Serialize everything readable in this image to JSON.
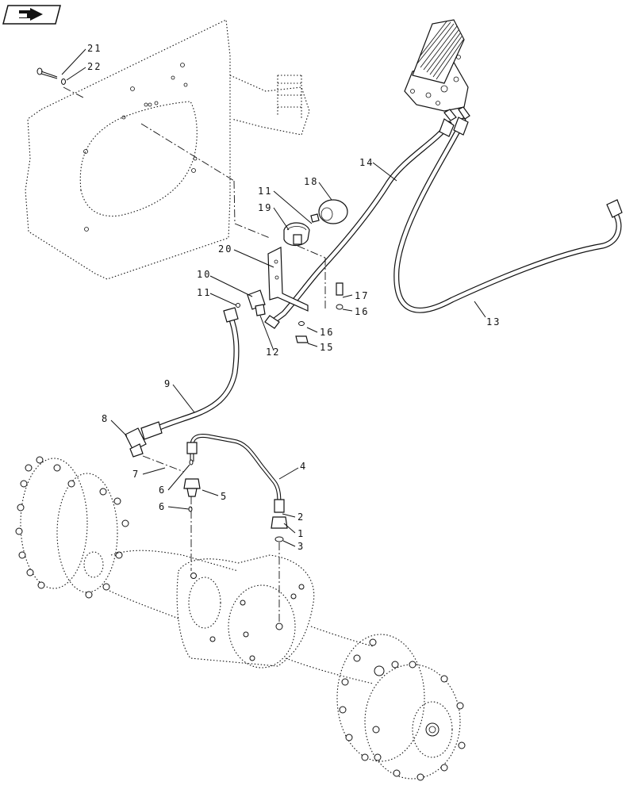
{
  "nav": {
    "icon": "arrow-icon",
    "icon_color": "#111111"
  },
  "callouts": [
    {
      "id": "c1",
      "text": "1"
    },
    {
      "id": "c2",
      "text": "2"
    },
    {
      "id": "c3",
      "text": "3"
    },
    {
      "id": "c4",
      "text": "4"
    },
    {
      "id": "c5",
      "text": "5"
    },
    {
      "id": "c6a",
      "text": "6"
    },
    {
      "id": "c6b",
      "text": "6"
    },
    {
      "id": "c7",
      "text": "7"
    },
    {
      "id": "c8",
      "text": "8"
    },
    {
      "id": "c9",
      "text": "9"
    },
    {
      "id": "c10",
      "text": "10"
    },
    {
      "id": "c11a",
      "text": "11"
    },
    {
      "id": "c11b",
      "text": "11"
    },
    {
      "id": "c12",
      "text": "12"
    },
    {
      "id": "c13",
      "text": "13"
    },
    {
      "id": "c14",
      "text": "14"
    },
    {
      "id": "c15",
      "text": "15"
    },
    {
      "id": "c16a",
      "text": "16"
    },
    {
      "id": "c16b",
      "text": "16"
    },
    {
      "id": "c17",
      "text": "17"
    },
    {
      "id": "c18",
      "text": "18"
    },
    {
      "id": "c19",
      "text": "19"
    },
    {
      "id": "c20",
      "text": "20"
    },
    {
      "id": "c21",
      "text": "21"
    },
    {
      "id": "c22",
      "text": "22"
    }
  ]
}
